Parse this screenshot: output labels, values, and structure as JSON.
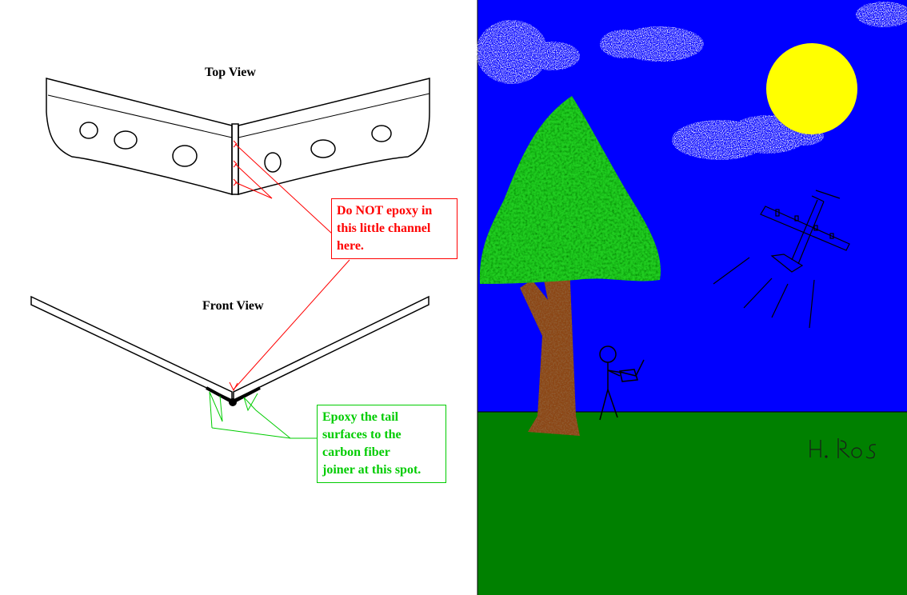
{
  "diagram": {
    "top_view_label": "Top View",
    "front_view_label": "Front View",
    "callouts": {
      "channel_warning": {
        "lines": [
          "Do NOT epoxy in",
          "this little channel",
          "here."
        ],
        "color": "#ff0000"
      },
      "epoxy_instruction": {
        "lines": [
          "Epoxy the tail",
          "surfaces to the",
          "carbon fiber",
          "joiner at this spot."
        ],
        "color": "#00cc00"
      }
    }
  },
  "scene": {
    "colors": {
      "sky": "#0000ff",
      "grass": "#008000",
      "sun": "#ffff00",
      "tree_trunk": "#8b4513",
      "tree_foliage": "#22cc22",
      "clouds": "#ffffff"
    },
    "signature": "H. Ros"
  }
}
